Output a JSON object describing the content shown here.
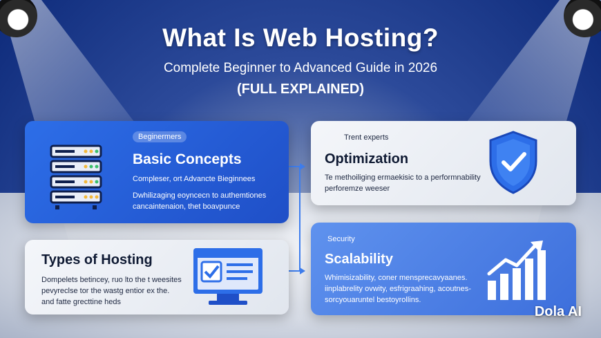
{
  "header": {
    "title": "What Is Web Hosting?",
    "subtitle": "Complete Beginner to Advanced Guide in 2026",
    "tag": "(FULL EXPLAINED)"
  },
  "cards": {
    "basic": {
      "pill": "Beginermers",
      "heading": "Basic Concepts",
      "line1": "Compleser, ort Advancte Bieginnees",
      "line2": "Dwhilizaging eoyncecn to authemtiones",
      "line3": "cancaintenaion, thet boavpunce",
      "icon": "server-stack-icon"
    },
    "types": {
      "heading": "Types of Hosting",
      "line1": "Dompelets betincey, ruo lto the t weesites",
      "line2": "pevyreclse tor the wastg entior ex the.",
      "line3": "and fatte grecttine heds",
      "icon": "monitor-checklist-icon"
    },
    "optimization": {
      "pill": "Trent experts",
      "heading": "Optimization",
      "line1": "Te methoiliging ermaekisic to a performnability",
      "line2": "perforemze weeser",
      "icon": "shield-check-icon"
    },
    "scalability": {
      "pill": "Security",
      "heading": "Scalability",
      "line1": "Whimisizability, coner mensprecavyaanes.",
      "line2": "iinplabrelity ovwity, esfrigraahing, acoutnes-",
      "line3": "sorcyouaruntel bestoyrollins.",
      "icon": "growth-chart-icon"
    }
  },
  "watermark": "Dola AI",
  "colors": {
    "accent": "#2d6ee8",
    "dark_bg": "#0d2a7a"
  }
}
